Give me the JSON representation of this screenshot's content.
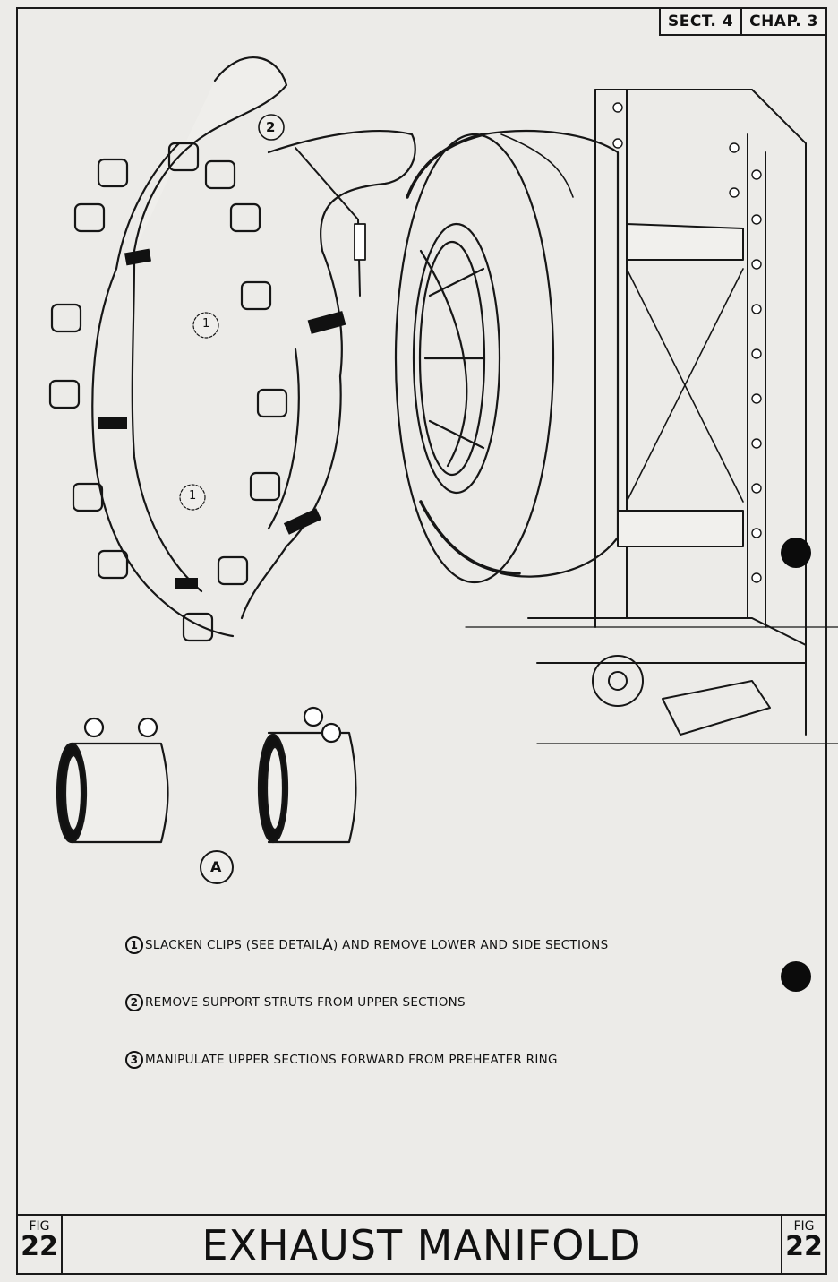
{
  "header": {
    "section": "SECT. 4",
    "chapter": "CHAP. 3"
  },
  "callouts": {
    "c1a": "1",
    "c1b": "1",
    "c2": "2",
    "detail": "A"
  },
  "instructions": [
    {
      "num": "1",
      "text_before": "SLACKEN CLIPS (SEE DETAIL ",
      "detail": "A",
      "text_after": ") AND REMOVE LOWER AND SIDE SECTIONS"
    },
    {
      "num": "2",
      "text": "REMOVE SUPPORT STRUTS FROM UPPER SECTIONS"
    },
    {
      "num": "3",
      "text": "MANIPULATE UPPER SECTIONS FORWARD FROM PREHEATER RING"
    }
  ],
  "footer": {
    "fig_label": "FIG",
    "fig_number": "22",
    "title": "EXHAUST MANIFOLD"
  },
  "icons": [
    "exhaust-manifold-drawing",
    "preheater-ring-drawing",
    "engine-stand-drawing",
    "clip-detail-drawing"
  ]
}
